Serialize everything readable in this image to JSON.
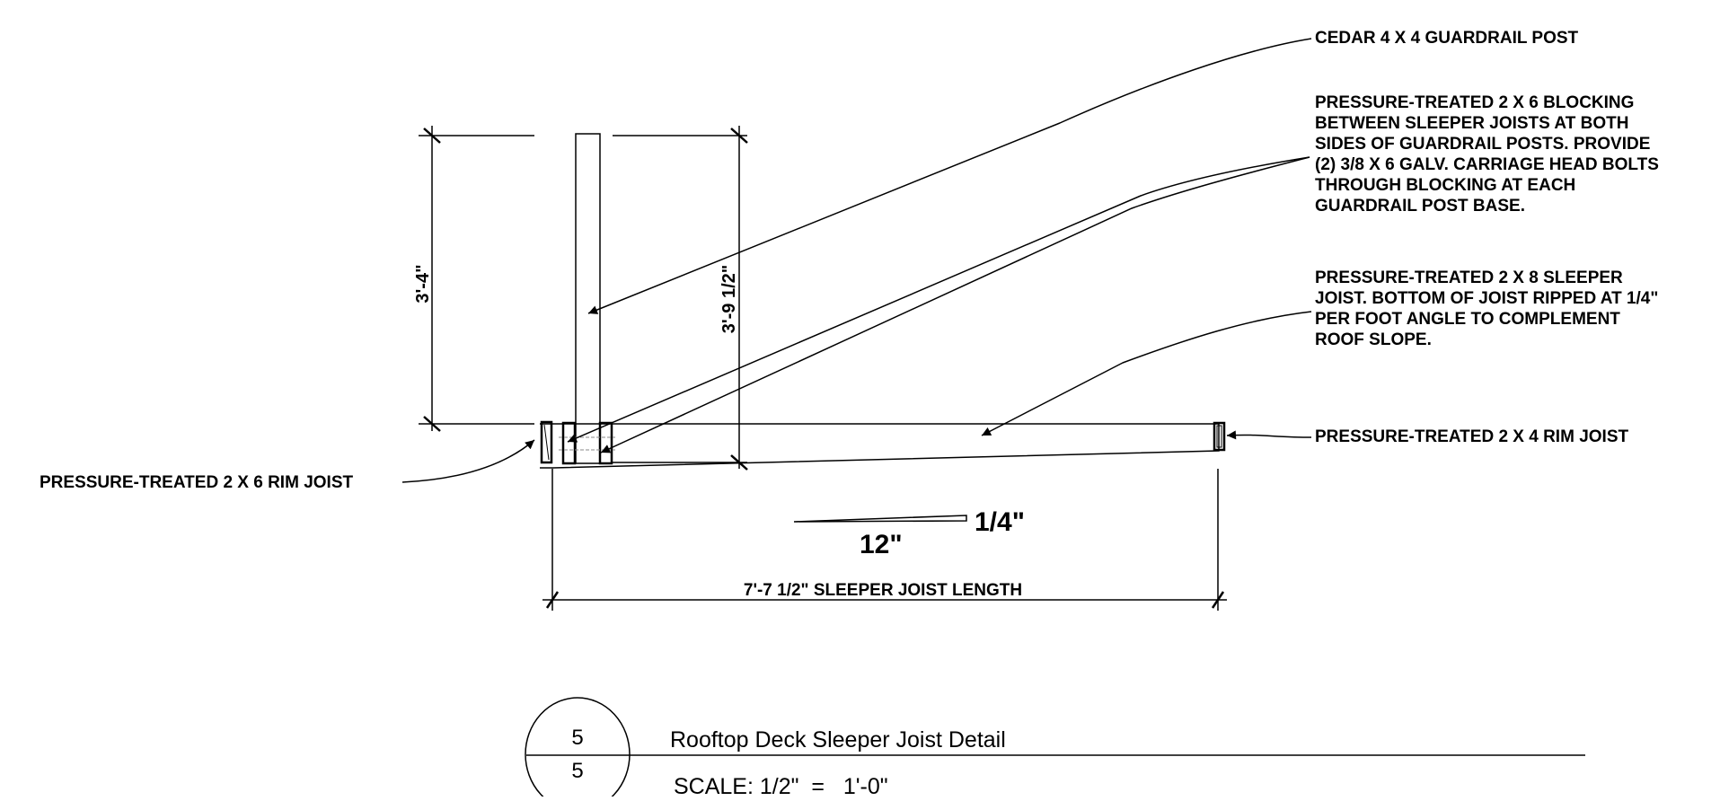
{
  "callouts": {
    "post": "CEDAR 4 X 4 GUARDRAIL POST",
    "blocking": [
      "PRESSURE-TREATED 2 X 6 BLOCKING",
      "BETWEEN SLEEPER JOISTS AT BOTH",
      "SIDES OF GUARDRAIL POSTS.  PROVIDE",
      "(2) 3/8 X 6 GALV. CARRIAGE HEAD BOLTS",
      "THROUGH BLOCKING AT EACH",
      "GUARDRAIL POST BASE."
    ],
    "sleeper": [
      "PRESSURE-TREATED 2 X 8 SLEEPER",
      "JOIST. BOTTOM OF JOIST RIPPED AT 1/4\"",
      "PER FOOT ANGLE TO COMPLEMENT",
      "ROOF SLOPE."
    ],
    "rim_2x4": "PRESSURE-TREATED 2 X 4 RIM JOIST",
    "rim_2x6": "PRESSURE-TREATED 2 X 6 RIM JOIST"
  },
  "dimensions": {
    "post_height": "3'-4\"",
    "overall_height": "3'-9 1/2\"",
    "joist_length": "7'-7 1/2\" SLEEPER JOIST LENGTH",
    "slope_rise": "1/4\"",
    "slope_run": "12\""
  },
  "title_block": {
    "detail_number": "5",
    "sheet_number": "5",
    "title": "Rooftop Deck Sleeper Joist Detail",
    "scale": "SCALE: 1/2\"  =   1'-0\""
  }
}
